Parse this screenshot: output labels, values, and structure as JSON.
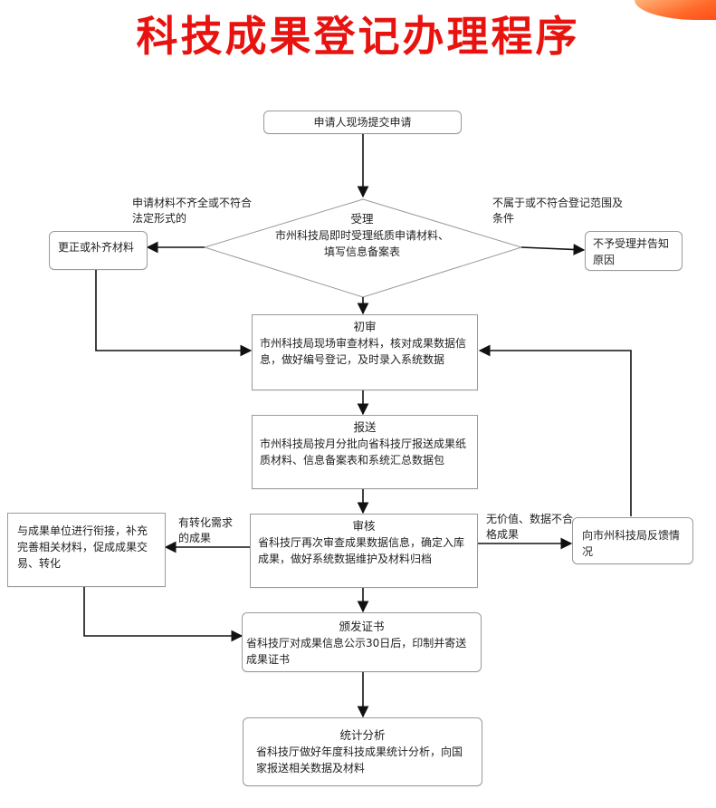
{
  "title": "科技成果登记办理程序",
  "nodes": {
    "apply": "申请人现场提交申请",
    "accept": {
      "head": "受理",
      "body": "市州科技局即时受理纸质申请材料、填写信息备案表"
    },
    "correct": "更正或补齐材料",
    "reject": "不予受理并告知原因",
    "initial": {
      "head": "初审",
      "body": "市州科技局现场审查材料，核对成果数据信息，做好编号登记，及时录入系统数据"
    },
    "submit": {
      "head": "报送",
      "body": "市州科技局按月分批向省科技厅报送成果纸质材料、信息备案表和系统汇总数据包"
    },
    "review": {
      "head": "审核",
      "body": "省科技厅再次审查成果数据信息，确定入库成果，做好系统数据维护及材料归档"
    },
    "transform": "与成果单位进行衔接，补充完善相关材料，促成成果交易、转化",
    "feedback": "向市州科技局反馈情况",
    "certificate": {
      "head": "颁发证书",
      "body": "省科技厅对成果信息公示30日后，印制并寄送成果证书"
    },
    "stats": {
      "head": "统计分析",
      "body": "省科技厅做好年度科技成果统计分析，向国家报送相关数据及材料"
    }
  },
  "edge_labels": {
    "incomplete": "申请材料不齐全或不符合法定形式的",
    "out_of_scope": "不属于或不符合登记范围及条件",
    "has_demand": "有转化需求的成果",
    "no_value": "无价值、数据不合格成果"
  },
  "colors": {
    "title": "#e8130f",
    "line": "#111111",
    "border": "#9a9a9a"
  }
}
